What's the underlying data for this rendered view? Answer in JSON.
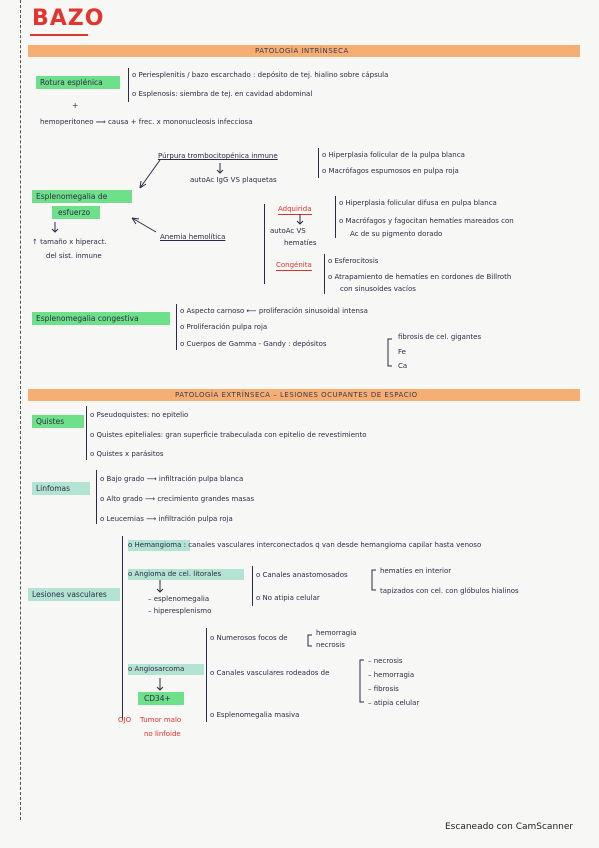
{
  "title": "BAZO",
  "section1": {
    "title": "PATOLOGÍA INTRÍNSECA"
  },
  "rotura": {
    "label": "Rotura esplénica",
    "items": [
      "o Periesplenitis / bazo escarchado : depósito de tej. hialino sobre cápsula",
      "o Esplenosis: siembra de tej. en cavidad abdominal"
    ],
    "plus": "+",
    "hemo": "hemoperitoneo ⟹ causa + frec. x mononucleosis infecciosa"
  },
  "purpura": {
    "label": "Púrpura trombocitopénica inmune",
    "items": [
      "o Hiperplasia folicular de la pulpa blanca",
      "o Macrófagos espumosos en pulpa roja"
    ],
    "autoac": "autoAc IgG VS plaquetas"
  },
  "esplenomegalia_esfuerzo": {
    "label_line1": "Esplenomegalia de",
    "label_line2": "esfuerzo",
    "note_line1": "↑ tamaño x hiperact.",
    "note_line2": "del sist. inmune"
  },
  "anemia": {
    "label": "Anemia hemolítica",
    "adquirida": "Adquirida",
    "autoac_line1": "autoAc VS",
    "autoac_line2": "hematíes",
    "adquirida_items": [
      "o Hiperplasia folicular difusa en pulpa blanca",
      "o Macrófagos y fagocitan hematíes mareados con",
      "Ac de su pigmento dorado"
    ],
    "congenita": "Congénita",
    "congenita_items": [
      "o Esferocitosis",
      "o Atrapamiento de hematíes en cordones de Billroth",
      "con sinusoides vacíos"
    ]
  },
  "congestiva": {
    "label": "Esplenomegalia congestiva",
    "items": [
      "o Aspecto carnoso ⟵ proliferación sinusoidal intensa",
      "o Proliferación pulpa roja",
      "o Cuerpos de Gamma - Gandy : depósitos"
    ],
    "deposits": [
      "fibrosis de cel. gigantes",
      "Fe",
      "Ca"
    ]
  },
  "section2": {
    "title": "PATOLOGÍA EXTRÍNSECA – LESIONES OCUPANTES DE ESPACIO"
  },
  "quistes": {
    "label": "Quistes",
    "items": [
      "o Pseudoquistes: no epitelio",
      "o Quistes epiteliales: gran superficie trabeculada con epitelio de revestimiento",
      "o Quistes x parásitos"
    ]
  },
  "linfomas": {
    "label": "Linfomas",
    "items": [
      "o Bajo grado ⟶ infiltración pulpa blanca",
      "o Alto grado ⟶ crecimiento grandes masas",
      "o Leucemias ⟶ infiltración pulpa roja"
    ]
  },
  "vasculares": {
    "label": "Lesiones vasculares",
    "hemangioma": "o Hemangioma : canales vasculares interconectados q van desde hemangioma capilar hasta venoso",
    "angioma_label": "o Angioma de cel. litorales",
    "angioma_notes": [
      "– esplenomegalia",
      "– hiperesplenismo"
    ],
    "angioma_items": [
      "o Canales anastomosados",
      "o No atipia celular"
    ],
    "angioma_sub": [
      "hematíes en interior",
      "tapizados con cel. con glóbulos hialinos"
    ],
    "angiosarcoma_label": "o Angiosarcoma",
    "cd34": "CD34+",
    "tumor_line1": "Tumor malo",
    "tumor_line2": "no linfoide",
    "ojo": "OJO",
    "angiosarcoma_items": [
      "o Numerosos focos de",
      "o Canales vasculares rodeados de",
      "o Esplenomegalia masiva"
    ],
    "focos_sub": [
      "hemorragia",
      "necrosis"
    ],
    "canales_sub": [
      "– necrosis",
      "– hemorragia",
      "– fibrosis",
      "– atipia celular"
    ]
  },
  "footer": "Escaneado con CamScanner"
}
